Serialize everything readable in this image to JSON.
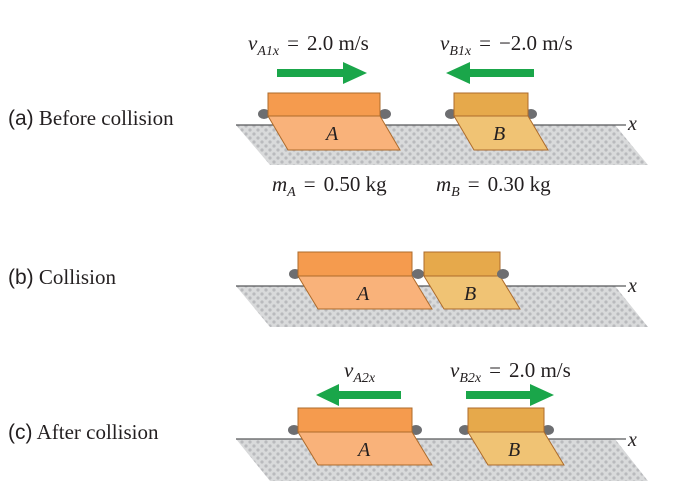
{
  "colors": {
    "arrow": "#1aa64a",
    "blockA_top": "#f59b4e",
    "blockA_body": "#f9b27a",
    "blockB_top": "#e6a94b",
    "blockB_body": "#f0c374",
    "ground": "#d9dadb",
    "ground_dot": "#b9babd",
    "bumper": "#6d6e71",
    "outline": "#ad6b2b"
  },
  "scenes": [
    {
      "part": "(a)",
      "label": "Before collision",
      "velocity_A": {
        "symbol": "v",
        "subscript": "A1x",
        "equals": "=",
        "value": "2.0 m/s",
        "direction": "right"
      },
      "velocity_B": {
        "symbol": "v",
        "subscript": "B1x",
        "equals": "=",
        "value": "−2.0 m/s",
        "direction": "left"
      },
      "mass_A": {
        "symbol": "m",
        "subscript": "A",
        "equals": "=",
        "value": "0.50 kg"
      },
      "mass_B": {
        "symbol": "m",
        "subscript": "B",
        "equals": "=",
        "value": "0.30 kg"
      },
      "block_A": "A",
      "block_B": "B",
      "axis": "x"
    },
    {
      "part": "(b)",
      "label": "Collision",
      "block_A": "A",
      "block_B": "B",
      "axis": "x"
    },
    {
      "part": "(c)",
      "label": "After collision",
      "velocity_A": {
        "symbol": "v",
        "subscript": "A2x",
        "direction": "left"
      },
      "velocity_B": {
        "symbol": "v",
        "subscript": "B2x",
        "equals": "=",
        "value": "2.0 m/s",
        "direction": "right"
      },
      "block_A": "A",
      "block_B": "B",
      "axis": "x"
    }
  ]
}
